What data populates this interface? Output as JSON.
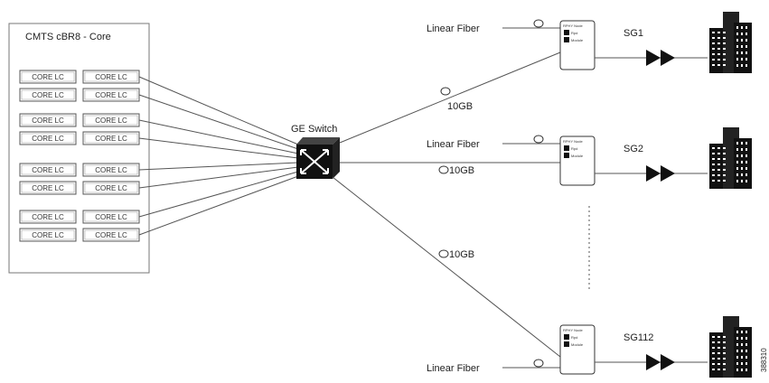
{
  "core": {
    "title": "CMTS cBR8 - Core",
    "cards": [
      "CORE LC",
      "CORE LC",
      "CORE LC",
      "CORE LC",
      "CORE LC",
      "CORE LC",
      "CORE LC",
      "CORE LC",
      "CORE LC",
      "CORE LC",
      "CORE LC",
      "CORE LC",
      "CORE LC",
      "CORE LC",
      "CORE LC",
      "CORE LC"
    ]
  },
  "switch": {
    "label": "GE Switch"
  },
  "links": [
    {
      "speed": "10GB",
      "fiber": "Linear Fiber",
      "group": "SG1"
    },
    {
      "speed": "10GB",
      "fiber": "Linear Fiber",
      "group": "SG2"
    },
    {
      "speed": "10GB",
      "fiber": "Linear Fiber",
      "group": "SG112"
    }
  ],
  "node": {
    "title": "RPHY Node",
    "row1": "Rpd",
    "row2": "Module"
  },
  "figure_id": "388310",
  "colors": {
    "line": "#555555",
    "ink": "#111111",
    "box": "#666666"
  },
  "icons": [
    "ge-switch-icon",
    "rphy-node-icon",
    "amplifier-icon",
    "building-icon",
    "fiber-loop-icon"
  ]
}
